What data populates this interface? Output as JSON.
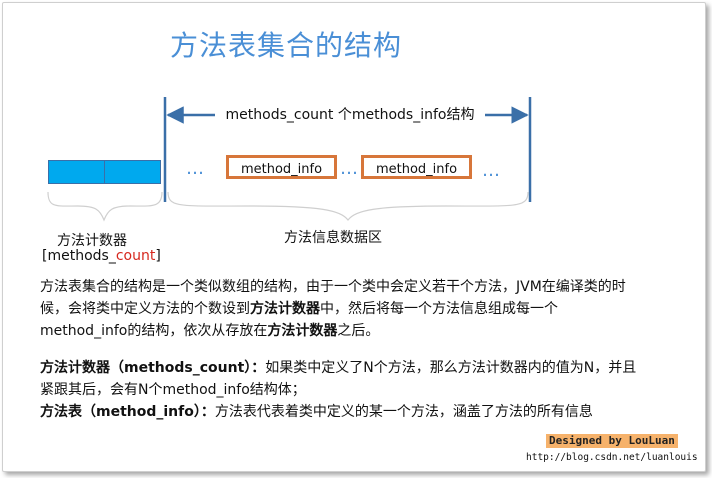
{
  "title": "方法表集合的结构",
  "span_label": "methods_count 个methods_info结构",
  "dots": "…",
  "method_info_label": "method_info",
  "counter_label": "方法计数器",
  "counter_code_open": "[methods_",
  "counter_code_red": "count",
  "counter_code_close": "]",
  "area_label": "方法信息数据区",
  "paragraph1": {
    "t1": "方法表集合的结构是一个类似数组的结构，由于一个类中会定义若干个方法，JVM在编译类的时候，会将类中定义方法的个数设到",
    "b1": "方法计数器",
    "t2": "中，然后将每一个方法信息组成每一个method_info的结构，依次从存放在",
    "b2": "方法计数器",
    "t3": "之后。"
  },
  "paragraph2": {
    "b1": "方法计数器（methods_count）：",
    "t1": "如果类中定义了N个方法，那么方法计数器内的值为N，并且紧跟其后，会有N个method_info结构体；"
  },
  "paragraph3": {
    "b1": "方法表（method_info）：",
    "t1": "方法表代表着类中定义的某一个方法，涵盖了方法的所有信息"
  },
  "footer": {
    "badge": "Designed by LouLuan",
    "url": "http://blog.csdn.net/luanlouis"
  },
  "colors": {
    "title": "#4a8fd6",
    "arrow": "#3a6fa8",
    "counter_fill": "#00a9ee",
    "method_box_border": "#d7763a",
    "red_text": "#d6281e",
    "badge_bg": "#f6b26b"
  }
}
